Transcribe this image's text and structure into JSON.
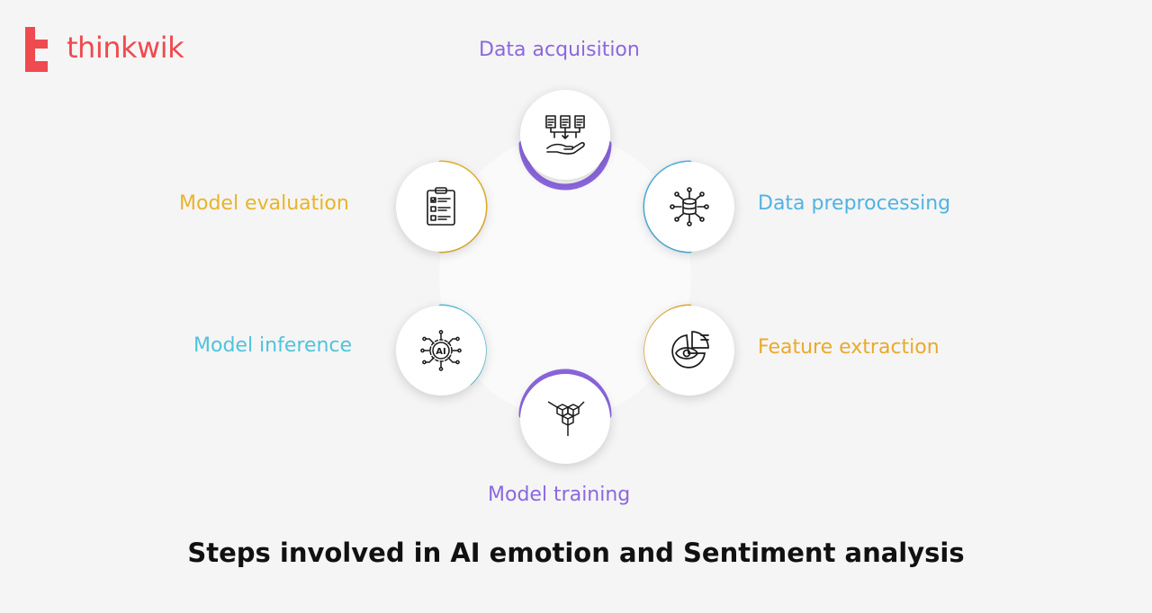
{
  "brand": {
    "name": "thinkwik",
    "color": "#ef4a4f"
  },
  "steps": [
    {
      "label": "Data acquisition",
      "color": "#8c67df",
      "icon": "data-acquisition-icon"
    },
    {
      "label": "Data preprocessing",
      "color": "#4fb3e3",
      "icon": "database-network-icon"
    },
    {
      "label": "Feature extraction",
      "color": "#e9aa2a",
      "icon": "eye-chart-icon"
    },
    {
      "label": "Model training",
      "color": "#8c67df",
      "icon": "cubes-icon"
    },
    {
      "label": "Model inference",
      "color": "#4fc3db",
      "icon": "ai-chip-icon"
    },
    {
      "label": "Model evaluation",
      "color": "#e9b42a",
      "icon": "clipboard-checklist-icon"
    }
  ],
  "title": "Steps involved in AI emotion and Sentiment analysis"
}
